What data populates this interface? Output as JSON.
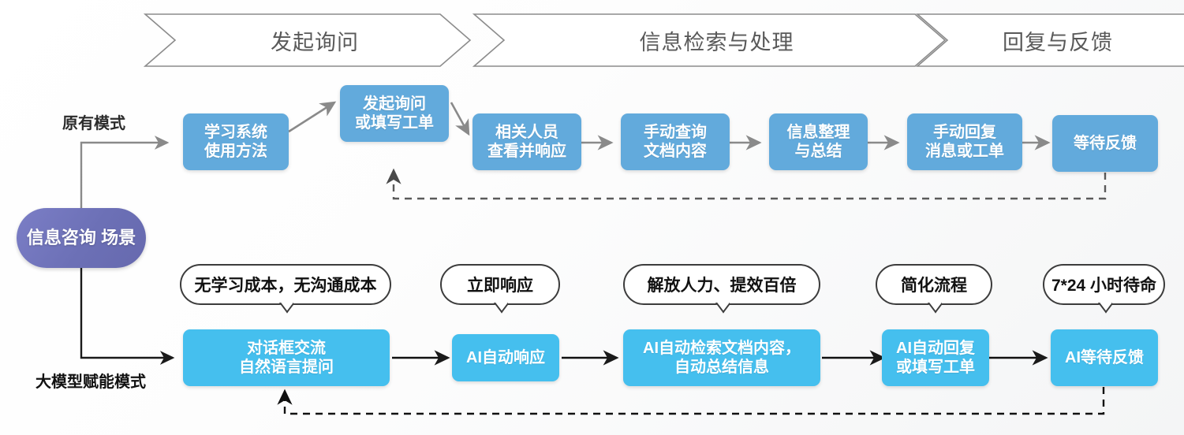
{
  "phases": [
    {
      "label": "发起询问"
    },
    {
      "label": "信息检索与处理"
    },
    {
      "label": "回复与反馈"
    }
  ],
  "scenario": {
    "line1": "信息咨询",
    "line2": "场景",
    "color": "#6C70B6"
  },
  "modes": {
    "legacy_label": "原有模式",
    "ai_label": "大模型赋能模式"
  },
  "legacy_flow": {
    "color": "#62AADC",
    "steps": [
      {
        "line1": "学习系统",
        "line2": "使用方法"
      },
      {
        "line1": "发起询问",
        "line2": "或填写工单"
      },
      {
        "line1": "相关人员",
        "line2": "查看并响应"
      },
      {
        "line1": "手动查询",
        "line2": "文档内容"
      },
      {
        "line1": "信息整理",
        "line2": "与总结"
      },
      {
        "line1": "手动回复",
        "line2": "消息或工单"
      },
      {
        "line1": "等待反馈",
        "line2": ""
      }
    ]
  },
  "ai_flow": {
    "color": "#45BFEE",
    "steps": [
      {
        "line1": "对话框交流",
        "line2": "自然语言提问"
      },
      {
        "line1": "AI自动响应",
        "line2": ""
      },
      {
        "line1": "AI自动检索文档内容，",
        "line2": "自动总结信息"
      },
      {
        "line1": "AI自动回复",
        "line2": "或填写工单"
      },
      {
        "line1": "AI等待反馈",
        "line2": ""
      }
    ],
    "callouts": [
      {
        "label": "无学习成本，无沟通成本"
      },
      {
        "label": "立即响应"
      },
      {
        "label": "解放人力、提效百倍"
      },
      {
        "label": "简化流程"
      },
      {
        "label": "7*24 小时待命"
      }
    ]
  }
}
